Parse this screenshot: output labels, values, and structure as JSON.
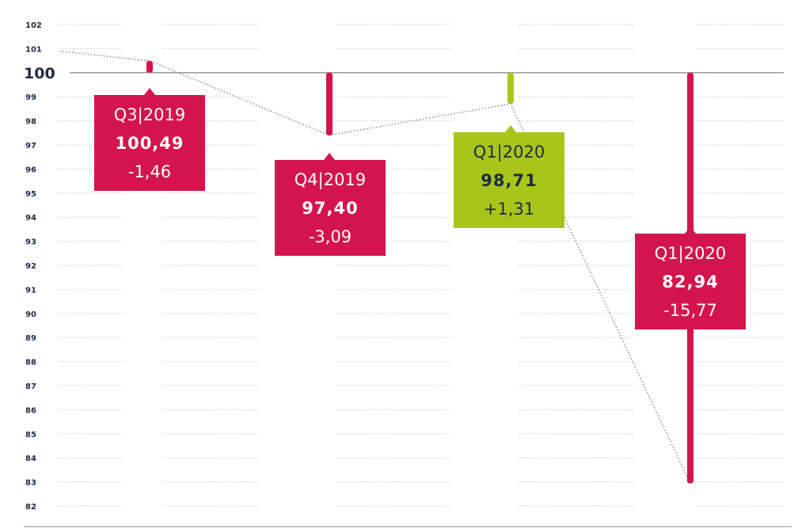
{
  "colors": {
    "decline": "#d4144d",
    "growth": "#a8c61a",
    "text_light": "#ffffff",
    "text_dark": "#1f2a44",
    "grid": "#c8c8c8",
    "baseline": "#9a9a9a",
    "connector": "#8a8a8a"
  },
  "chart_data": {
    "type": "bar",
    "baseline": 100,
    "ylim": [
      82,
      102
    ],
    "y_ticks": [
      82,
      83,
      84,
      85,
      86,
      87,
      88,
      89,
      90,
      91,
      92,
      93,
      94,
      95,
      96,
      97,
      98,
      99,
      100,
      101,
      102
    ],
    "categories": [
      "Q3|2019",
      "Q4|2019",
      "Q1|2020",
      "Q1|2020"
    ],
    "values": [
      100.49,
      97.4,
      98.71,
      82.94
    ],
    "value_labels": [
      "100,49",
      "97,40",
      "98,71",
      "82,94"
    ],
    "change_labels": [
      "-1,46",
      "-3,09",
      "+1,31",
      "-15,77"
    ],
    "trend": [
      "decline",
      "decline",
      "growth",
      "decline"
    ],
    "connector_start_value": 100.9
  }
}
